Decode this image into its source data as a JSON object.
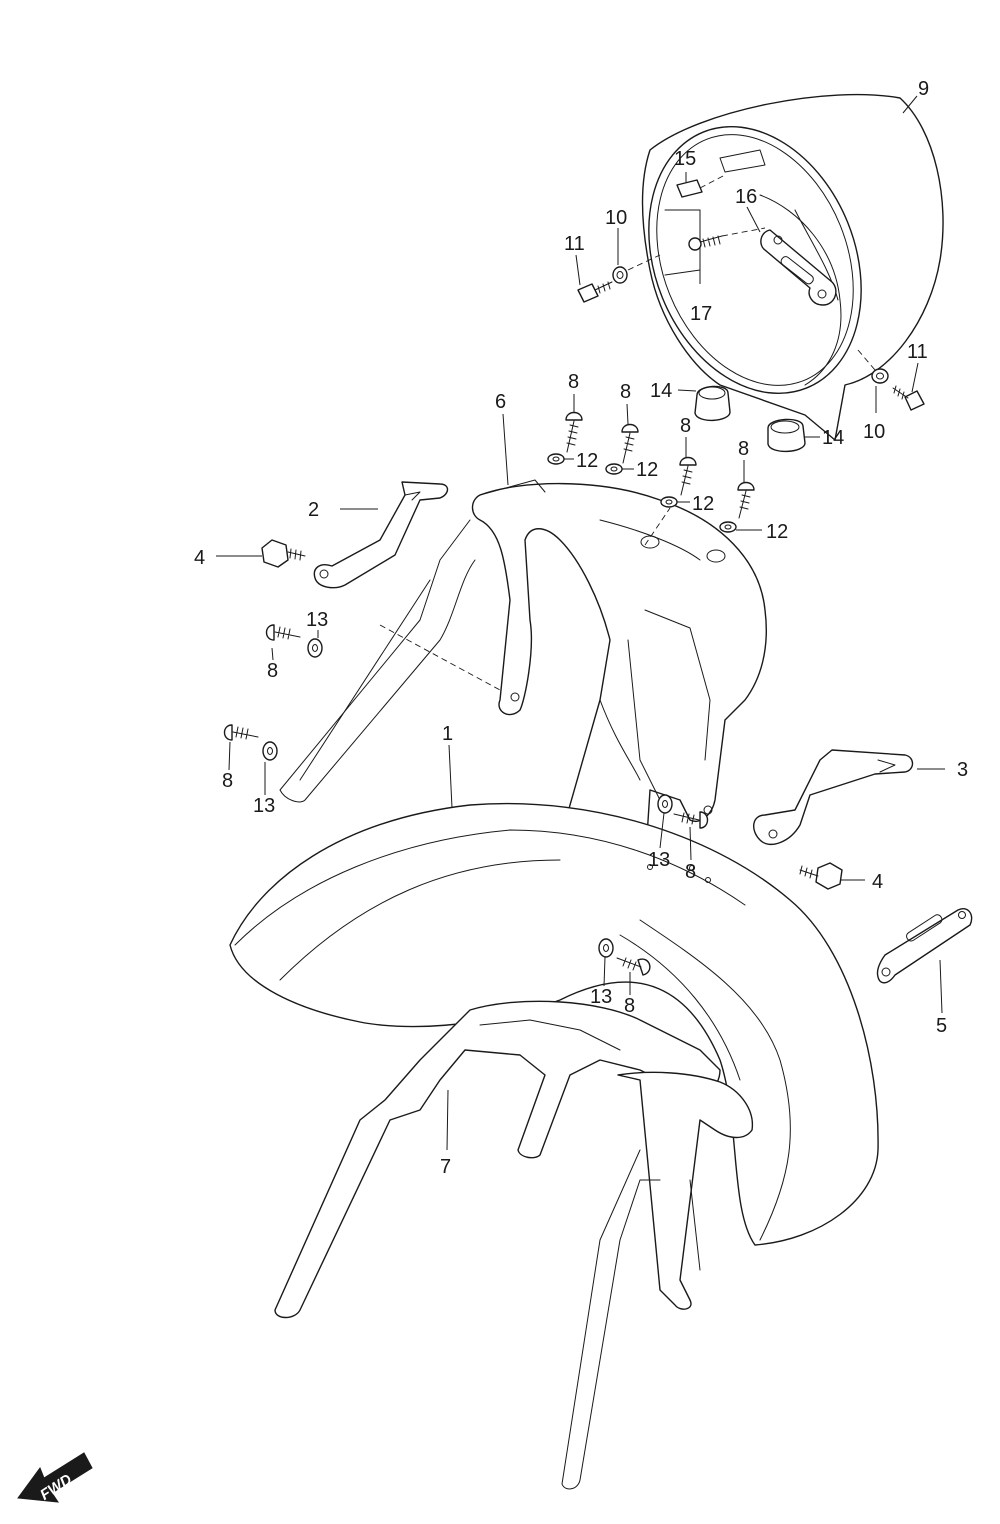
{
  "labels": {
    "p1": "1",
    "p2": "2",
    "p3": "3",
    "p4": "4",
    "p5": "5",
    "p6": "6",
    "p7": "7",
    "p8": "8",
    "p9": "9",
    "p10": "10",
    "p11": "11",
    "p12": "12",
    "p13": "13",
    "p14": "14",
    "p15": "15",
    "p16": "16",
    "p17": "17"
  },
  "fwd": {
    "text": "FWD"
  }
}
